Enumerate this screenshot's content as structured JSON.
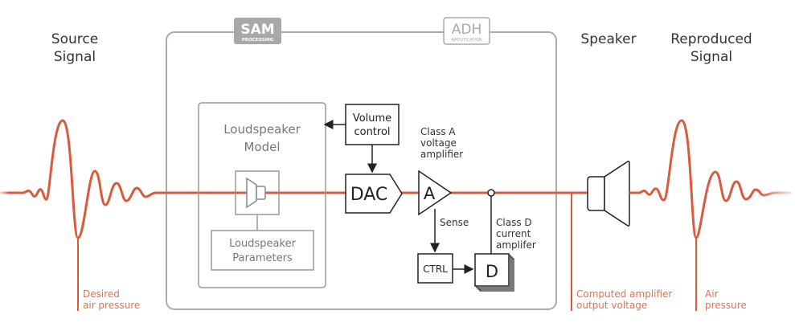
{
  "colors": {
    "signal": "#dc5a3c",
    "label_accent": "#e0734f",
    "box_gray": "#9a9a9a",
    "block": "#222222"
  },
  "titles": {
    "source": [
      "Source",
      "Signal"
    ],
    "speaker": "Speaker",
    "reproduced": [
      "Reproduced",
      "Signal"
    ]
  },
  "badges": {
    "sam": {
      "main": "SAM",
      "sub": "PROCESSING"
    },
    "adh": {
      "main": "ADH",
      "sub": "AMPLIFICATION"
    }
  },
  "blocks": {
    "model_title": [
      "Loudspeaker",
      "Model"
    ],
    "params": [
      "Loudspeaker",
      "Parameters"
    ],
    "volume": [
      "Volume",
      "control"
    ],
    "dac": "DAC",
    "amp_a": "A",
    "ctrl": "CTRL",
    "amp_d": "D"
  },
  "annotations": {
    "class_a": [
      "Class A",
      "voltage",
      "amplifier"
    ],
    "sense": "Sense",
    "class_d": [
      "Class D",
      "current",
      "amplifer"
    ],
    "desired": [
      "Desired",
      "air pressure"
    ],
    "computed": [
      "Computed amplifier",
      "output voltage"
    ],
    "air": [
      "Air",
      "pressure"
    ]
  },
  "icons": [
    "speaker-icon",
    "arrow-icon",
    "junction-icon"
  ]
}
